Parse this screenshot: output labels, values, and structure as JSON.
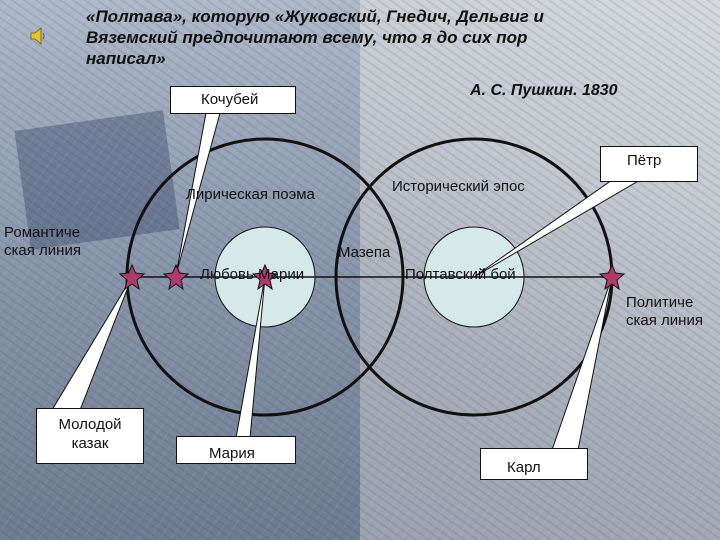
{
  "header": {
    "quote": "«Полтава», которую «Жуковский, Гнедич, Дельвиг и Вяземский предпочитают всему, что я до сих пор написал»",
    "attribution": "А. С. Пушкин. 1830"
  },
  "diagram": {
    "circle_left_label": "Лирическая поэма",
    "circle_right_label": "Исторический эпос",
    "center_label": "Мазепа",
    "inner_left_label": "Любовь Марии",
    "inner_right_label": "Полтавский бой",
    "left_line_label": "Романтиче ская линия",
    "right_line_label": "Политиче ская линия"
  },
  "callouts": {
    "kochubey": "Кочубей",
    "petr": "Пётр",
    "young_cossack": "Молодой казак",
    "maria": "Мария",
    "karl": "Карл"
  },
  "colors": {
    "inner_circle_fill": "#d5e8ea",
    "star_fill": "#b03a6a",
    "line": "#111111"
  }
}
